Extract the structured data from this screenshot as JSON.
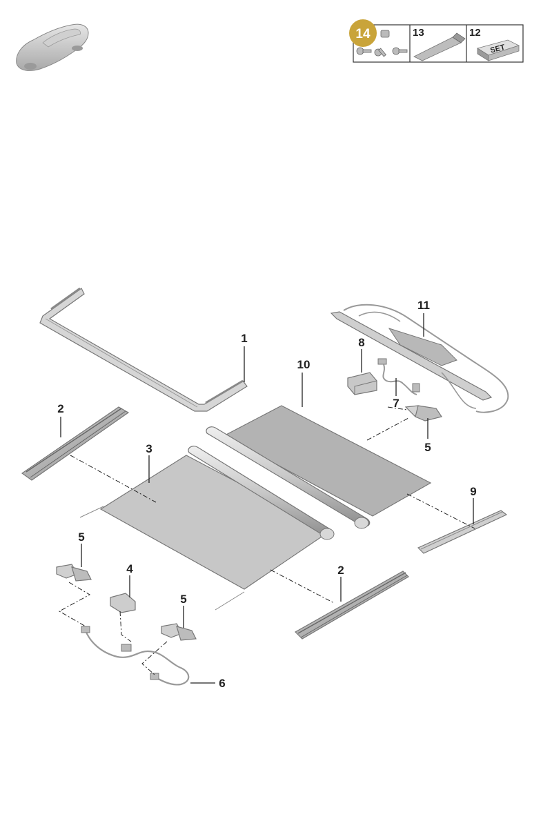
{
  "header": {
    "legend": {
      "highlight_color": "#c9a43a",
      "cells": [
        {
          "number": "14",
          "icon": "screws-and-clip-icon",
          "highlighted": true
        },
        {
          "number": "13",
          "icon": "grease-tube-icon"
        },
        {
          "number": "12",
          "icon": "set-box-icon",
          "box_text": "SET"
        }
      ]
    },
    "vehicle_icon": "car-silhouette-icon"
  },
  "callouts": {
    "c1": "1",
    "c2a": "2",
    "c2b": "2",
    "c3": "3",
    "c4": "4",
    "c5a": "5",
    "c5b": "5",
    "c5c": "5",
    "c6": "6",
    "c7": "7",
    "c8": "8",
    "c9": "9",
    "c10": "10",
    "c11": "11"
  }
}
